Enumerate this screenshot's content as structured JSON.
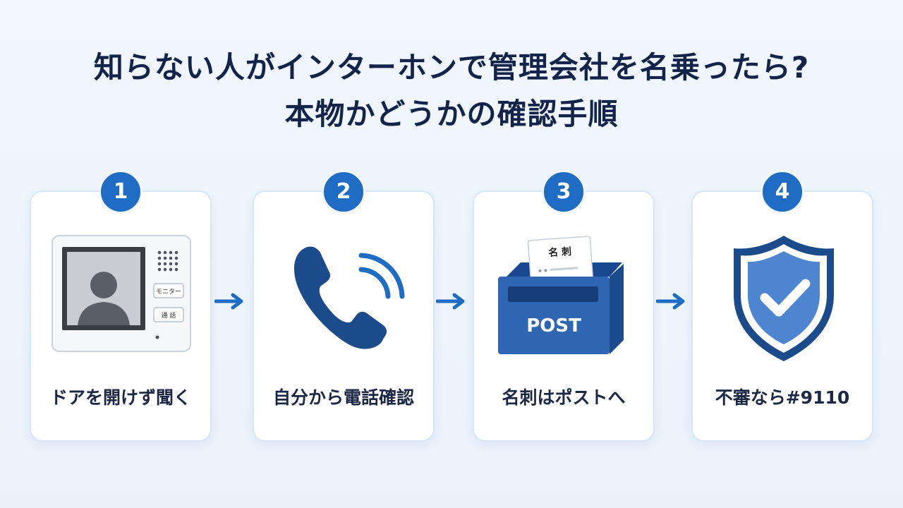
{
  "title": {
    "line1": "知らない人がインターホンで管理会社を名乗ったら?",
    "line2": "本物かどうかの確認手順"
  },
  "steps": [
    {
      "number": "1",
      "caption": "ドアを開けず聞く",
      "icon": "intercom-icon",
      "labels": {
        "monitor": "モニター",
        "talk": "通 話"
      }
    },
    {
      "number": "2",
      "caption": "自分から電話確認",
      "icon": "phone-icon"
    },
    {
      "number": "3",
      "caption": "名刺はポストへ",
      "icon": "postbox-icon",
      "labels": {
        "card": "名 刺",
        "post": "POST"
      }
    },
    {
      "number": "4",
      "caption": "不審なら#9110",
      "icon": "shield-check-icon"
    }
  ],
  "colors": {
    "accent": "#1f6cc4",
    "dark_blue": "#1c4b8c",
    "background": "#eef5fc"
  }
}
